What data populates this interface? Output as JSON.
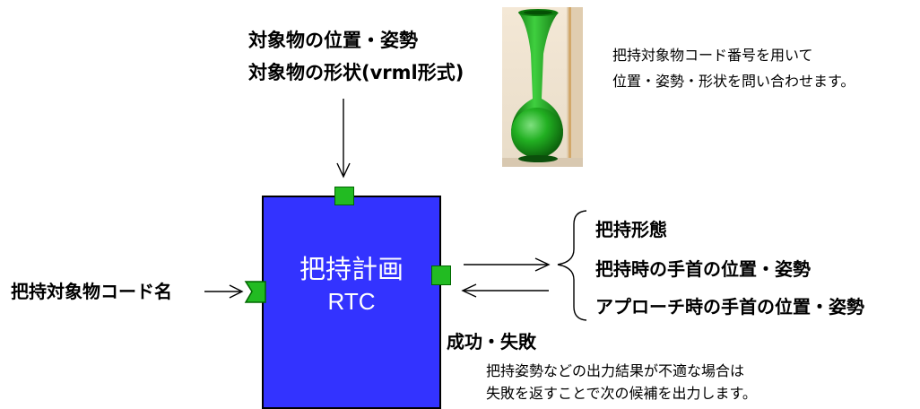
{
  "inputs": {
    "line1": "対象物の位置・姿勢",
    "line2": "対象物の形状(vrml形式)"
  },
  "top_note": {
    "line1": "把持対象物コード番号を用いて",
    "line2": "位置・姿勢・形状を問い合わせます。"
  },
  "left_input": "把持対象物コード名",
  "rtc": {
    "name_line1": "把持計画",
    "name_line2": "RTC",
    "box_color": "#3333ff",
    "port_color": "#22bb22"
  },
  "outputs": [
    "把持形態",
    "把持時の手首の位置・姿勢",
    "アプローチ時の手首の位置・姿勢"
  ],
  "return_label": "成功・失敗",
  "bottom_note": {
    "line1": "把持姿勢などの出力結果が不適な場合は",
    "line2": "失敗を返すことで次の候補を出力します。"
  },
  "icons": {
    "vase": "green-vase-icon",
    "input_port": "input-port-icon",
    "output_port": "output-port-icon"
  }
}
